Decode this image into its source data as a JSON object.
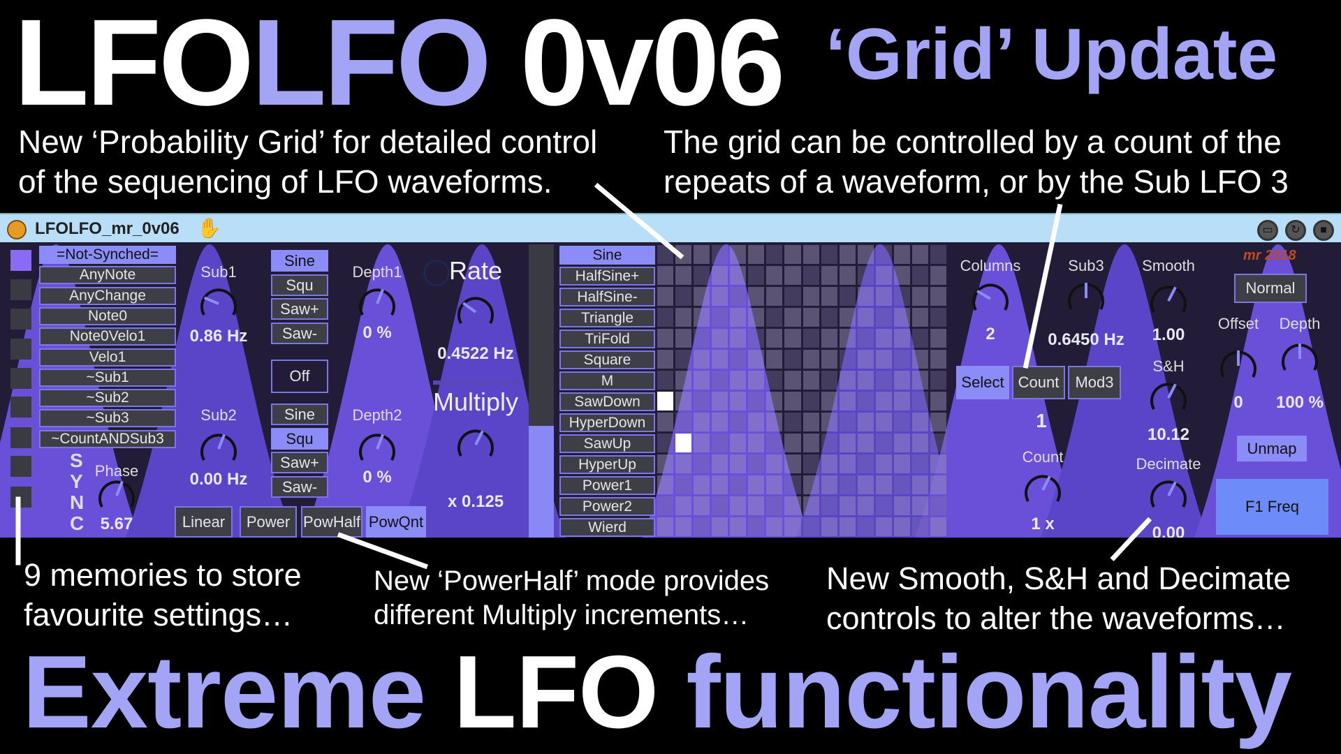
{
  "header": {
    "title_a": "LFO",
    "title_b": "LFO",
    "version": "0v06",
    "subtitle": "‘Grid’ Update"
  },
  "captions": {
    "grid_l1": "New ‘Probability Grid’ for detailed control",
    "grid_l2": "of the sequencing of LFO waveforms.",
    "count_l1": "The grid can be controlled by a count of the",
    "count_l2": "repeats of a waveform, or by the Sub LFO 3",
    "mem_l1": "9 memories to store",
    "mem_l2": "favourite settings…",
    "pow_l1": "New ‘PowerHalf’ mode provides",
    "pow_l2": "different Multiply increments…",
    "smooth_l1": "New Smooth, S&H and Decimate",
    "smooth_l2": "controls to alter the waveforms…"
  },
  "footer": {
    "a": "Extreme ",
    "b": "LFO ",
    "c": "functionality"
  },
  "device": {
    "name": "LFOLFO_mr_0v06",
    "memories": {
      "count": 9,
      "selected": 0
    },
    "sync_modes": [
      "=Not-Synched=",
      "AnyNote",
      "AnyChange",
      "Note0",
      "Note0Velo1",
      "Velo1",
      "~Sub1",
      "~Sub2",
      "~Sub3",
      "~CountANDSub3"
    ],
    "sync_selected": 0,
    "sync_letters": [
      "S",
      "Y",
      "N",
      "C"
    ],
    "phase": {
      "label": "Phase",
      "value": "5.67",
      "pos": 0.58
    },
    "sub1": {
      "label": "Sub1",
      "value": "0.86",
      "unit": "Hz",
      "pos": 0.25
    },
    "sub2": {
      "label": "Sub2",
      "value": "0.00",
      "unit": "Hz",
      "pos": 0.58
    },
    "wave1": [
      "Sine",
      "Squ",
      "Saw+",
      "Saw-"
    ],
    "wave1_selected": 0,
    "off": "Off",
    "wave2": [
      "Sine",
      "Squ",
      "Saw+",
      "Saw-"
    ],
    "wave2_selected": 1,
    "depth1": {
      "label": "Depth1",
      "value": "0 %",
      "pos": 0.58
    },
    "depth2": {
      "label": "Depth2",
      "value": "0 %",
      "pos": 0.58
    },
    "rate": {
      "label": "Rate",
      "value": "0.4522",
      "unit": "Hz",
      "pos": 0.3
    },
    "multiply": {
      "label": "Multiply",
      "value": "x  0.125",
      "pos": 0.6
    },
    "modes": [
      "Linear",
      "Power",
      "PowHalf",
      "PowQnt"
    ],
    "mode_selected": 3,
    "waveforms": [
      "Sine",
      "HalfSine+",
      "HalfSine-",
      "Triangle",
      "TriFold",
      "Square",
      "M",
      "SawDown",
      "HyperDown",
      "SawUp",
      "HyperUp",
      "Power1",
      "Power2",
      "Wierd"
    ],
    "waveform_selected": 0,
    "grid": {
      "columns": 16,
      "active": [
        [
          7,
          0
        ],
        [
          9,
          1
        ]
      ]
    },
    "columns": {
      "label": "Columns",
      "value": "2",
      "pos": 0.28
    },
    "sub3": {
      "label": "Sub3",
      "value": "0.6450",
      "unit": "Hz",
      "pos": 0.5
    },
    "source": [
      "Select",
      "Count",
      "Mod3"
    ],
    "source_selected": 0,
    "count_readout": "1",
    "count": {
      "label": "Count",
      "value": "1 x",
      "pos": 0.6
    },
    "smooth": {
      "label": "Smooth",
      "value": "1.00",
      "pos": 0.6
    },
    "sh": {
      "label": "S&H",
      "value": "10.12",
      "pos": 0.6
    },
    "decimate": {
      "label": "Decimate",
      "value": "0.00",
      "pos": 0.6
    },
    "credit": "mr 2018",
    "normal": "Normal",
    "offset": {
      "label": "Offset",
      "value": "0",
      "pos": 0.5
    },
    "depth": {
      "label": "Depth",
      "value": "100 %",
      "pos": 0.5
    },
    "unmap": "Unmap",
    "mapped": "F1 Freq"
  },
  "colors": {
    "lavender": "#a4a4f6",
    "purple": "#6a4fd8",
    "panel": "#221c38",
    "selected": "#8c8cf8",
    "mapped": "#6e8cf8",
    "credit": "#c24a1e"
  }
}
